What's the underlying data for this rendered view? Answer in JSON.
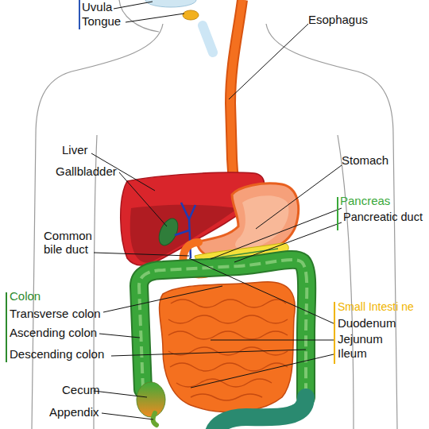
{
  "diagram": {
    "labels": [
      "Uvula",
      "Tongue",
      "Esophagus",
      "Liver",
      "Gallbladder",
      "Stomach",
      "Pancreas",
      "Pancreatic duct",
      "Common bile duct",
      "Colon",
      "Small Intesti ne",
      "Transverse colon",
      "Duodenum",
      "Ascending colon",
      "Jejunum",
      "Descending colon",
      "Ileum",
      "Cecum",
      "Appendix"
    ]
  }
}
